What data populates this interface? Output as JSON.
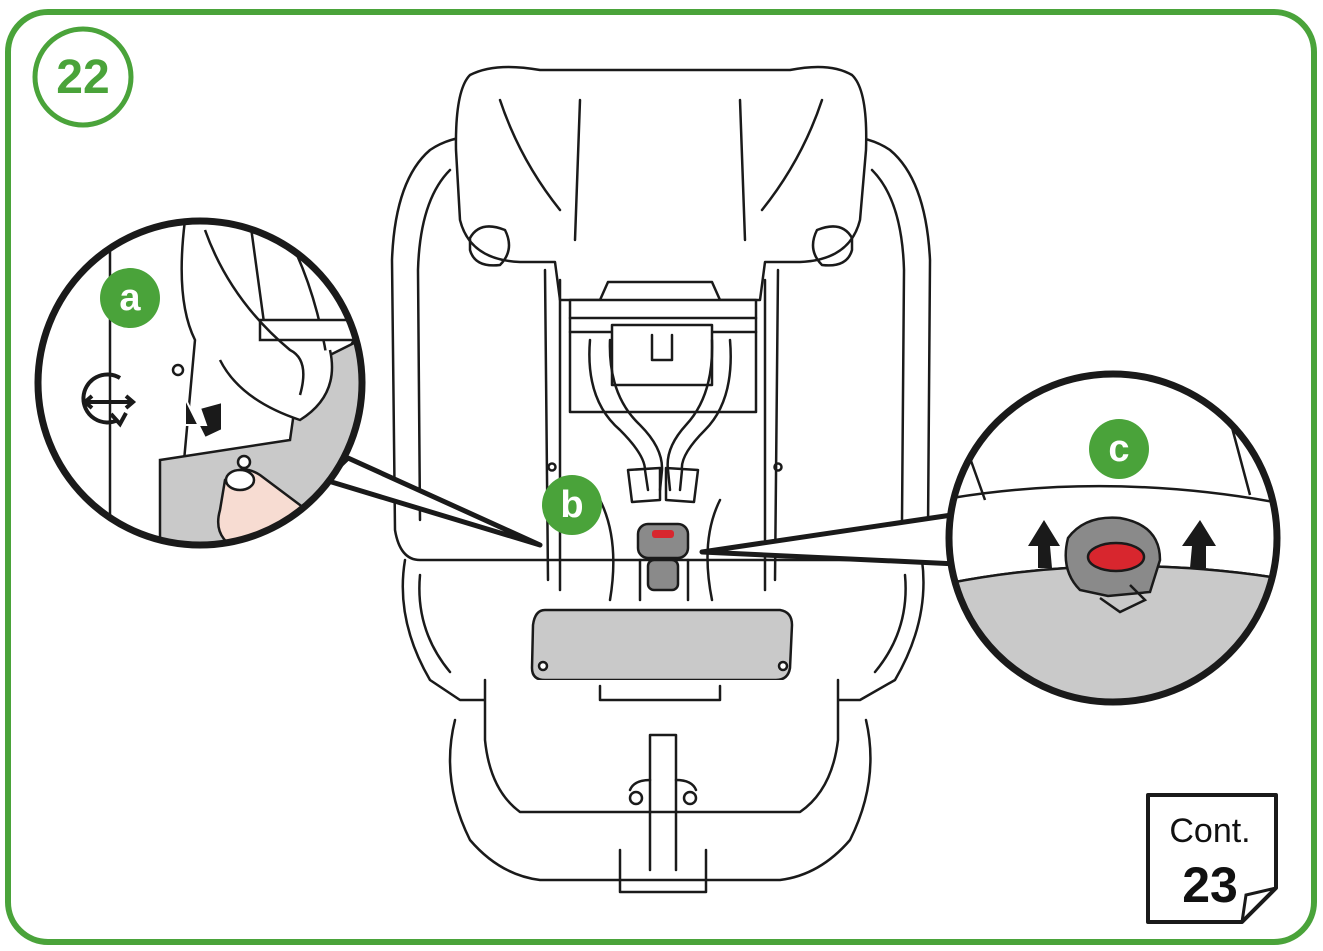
{
  "step_number": "22",
  "callouts": [
    {
      "id": "a",
      "label": "a"
    },
    {
      "id": "b",
      "label": "b"
    },
    {
      "id": "c",
      "label": "c"
    }
  ],
  "continue_note": {
    "label": "Cont.",
    "next_step": "23"
  },
  "colors": {
    "frame_green": "#4aa33a",
    "badge_green": "#4aa33a",
    "line_black": "#1a1a1a",
    "fill_gray": "#d2d2d2",
    "release_red": "#d8262e"
  },
  "icons": [
    "rotate-arrows-icon",
    "press-arrow-icon",
    "up-arrow-icon"
  ]
}
